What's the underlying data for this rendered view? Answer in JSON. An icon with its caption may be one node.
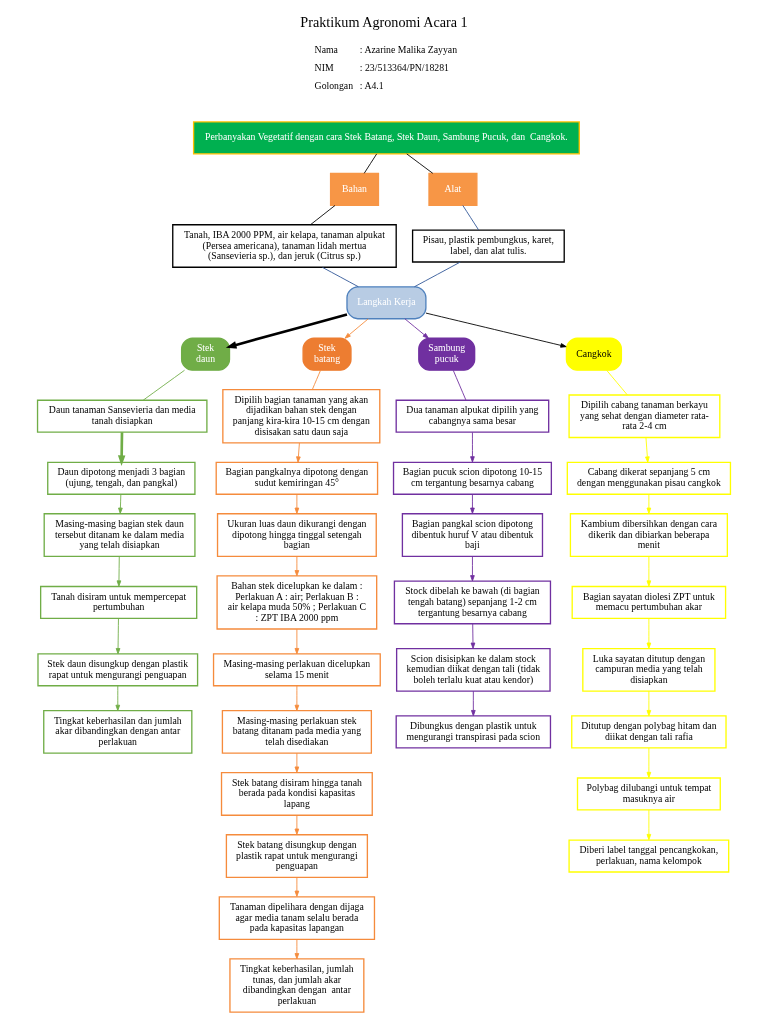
{
  "diagram": {
    "title": "Praktikum Agronomi Acara 1",
    "nodes": [
      {
        "text": [
          "Perbanyakan Vegetatif dengan cara Stek Batang, Stek Daun, Sambung Pucuk, dan  Cangkok."
        ]
      },
      {
        "text": [
          "Bahan"
        ]
      },
      {
        "text": [
          "Alat"
        ]
      },
      {
        "text": [
          "Tanah, IBA 2000 PPM, air kelapa, tanaman alpukat (Persea americana), tanaman lidah mertua (Sansevieria sp.), dan jeruk (Citrus sp.)"
        ]
      },
      {
        "text": [
          "Pisau, plastik pembungkus, karet, label, dan alat tulis."
        ]
      },
      {
        "text": [
          "Langkah Kerja"
        ]
      },
      {
        "text": [
          "Stek daun"
        ]
      },
      {
        "text": [
          "Daun tanaman Sansevieria dan media tanah disiapkan"
        ]
      },
      {
        "text": [
          "Daun dipotong menjadi 3 bagian (ujung, tengah, dan pangkal)"
        ]
      },
      {
        "text": [
          "Masing-masing bagian stek daun tersebut ditanam ke dalam media yang telah disiapkan"
        ]
      },
      {
        "text": [
          "Tanah disiram untuk mempercepat pertumbuhan"
        ]
      },
      {
        "text": [
          "Stek daun disungkup dengan plastik rapat untuk mengurangi penguapan"
        ]
      },
      {
        "text": [
          "Tingkat keberhasilan dan jumlah akar dibandingkan dengan antar perlakuan"
        ]
      },
      {
        "text": [
          "Stek batang"
        ]
      },
      {
        "text": [
          "Dipilih bagian tanaman yang akan dijadikan bahan stek dengan panjang kira-kira 10-15 cm dengan disisakan satu daun saja"
        ]
      },
      {
        "text": [
          "Bagian pangkalnya dipotong dengan sudut kemiringan 45°"
        ]
      },
      {
        "text": [
          "Ukuran luas daun dikurangi dengan dipotong hingga tinggal setengah bagian"
        ]
      },
      {
        "text": [
          "Bahan stek dicelupkan ke dalam :",
          "Perlakuan A : air; Perlakuan B : air kelapa muda 50% ; Perlakuan C : ZPT IBA 2000 ppm"
        ]
      },
      {
        "text": [
          "Masing-masing perlakuan dicelupkan selama 15 menit"
        ]
      },
      {
        "text": [
          "Masing-masing perlakuan stek batang ditanam pada media yang telah disediakan"
        ]
      },
      {
        "text": [
          "Stek batang disiram hingga tanah berada pada kondisi kapasitas lapang"
        ]
      },
      {
        "text": [
          "Stek batang disungkup dengan plastik rapat untuk mengurangi penguapan"
        ]
      },
      {
        "text": [
          "Tanaman dipelihara dengan dijaga agar media tanam selalu berada pada kapasitas lapangan"
        ]
      },
      {
        "text": [
          "Tingkat keberhasilan, jumlah tunas, dan jumlah akar dibandingkan dengan  antar perlakuan"
        ]
      },
      {
        "text": [
          "Sambung pucuk"
        ]
      },
      {
        "text": [
          "Dua tanaman alpukat dipilih yang cabangnya sama besar"
        ]
      },
      {
        "text": [
          "Bagian pucuk scion dipotong 10-15 cm tergantung besarnya cabang"
        ]
      },
      {
        "text": [
          "Bagian pangkal scion dipotong dibentuk huruf V atau dibentuk baji"
        ]
      },
      {
        "text": [
          "Stock dibelah ke bawah (di bagian tengah batang) sepanjang 1-2 cm tergantung besarnya cabang"
        ]
      },
      {
        "text": [
          "Scion disisipkan ke dalam stock kemudian diikat dengan tali (tidak boleh terlalu kuat atau kendor)"
        ]
      },
      {
        "text": [
          "Dibungkus dengan plastik untuk mengurangi transpirasi pada scion"
        ]
      },
      {
        "text": [
          "Cangkok"
        ]
      },
      {
        "text": [
          "Dipilih cabang tanaman berkayu yang sehat dengan diameter rata- rata 2-4 cm"
        ]
      },
      {
        "text": [
          "Cabang dikerat sepanjang 5 cm dengan menggunakan pisau cangkok"
        ]
      },
      {
        "text": [
          "Kambium dibersihkan dengan cara dikerik dan dibiarkan beberapa menit"
        ]
      },
      {
        "text": [
          "Bagian sayatan diolesi ZPT untuk memacu pertumbuhan akar"
        ]
      },
      {
        "text": [
          "Luka sayatan ditutup dengan campuran media yang telah disiapkan"
        ]
      },
      {
        "text": [
          "Ditutup dengan polybag hitam dan diikat dengan tali rafia"
        ]
      },
      {
        "text": [
          "Polybag dilubangi untuk tempat masuknya air"
        ]
      },
      {
        "text": [
          "Diberi label tanggal pencangkokan, perlakuan, nama kelompok"
        ]
      }
    ],
    "edges": [
      {
        "from": 0,
        "to": 1,
        "arrow": "none",
        "color": "#000000"
      },
      {
        "from": 0,
        "to": 2,
        "arrow": "none",
        "color": "#000000"
      },
      {
        "from": 1,
        "to": 3,
        "arrow": "none",
        "color": "#000000"
      },
      {
        "from": 2,
        "to": 4,
        "arrow": "none",
        "color": "#2f5597"
      },
      {
        "from": 3,
        "to": 5,
        "arrow": "none",
        "color": "#2f5597"
      },
      {
        "from": 4,
        "to": 5,
        "arrow": "none",
        "color": "#2f5597"
      },
      {
        "from": 5,
        "to": 6,
        "arrow": "to",
        "style": "thick",
        "color": "#000000"
      },
      {
        "from": 5,
        "to": 13,
        "arrow": "to"
      },
      {
        "from": 5,
        "to": 24,
        "arrow": "to",
        "color": "#7030a0"
      },
      {
        "from": 5,
        "to": 31,
        "arrow": "to",
        "color": "#000000"
      },
      {
        "from": 6,
        "to": 7,
        "arrow": "none",
        "color": "#70ad47"
      },
      {
        "from": 7,
        "to": 8,
        "arrow": "to",
        "style": "thick",
        "color": "#70ad47"
      },
      {
        "from": 8,
        "to": 9,
        "arrow": "to",
        "color": "#70ad47"
      },
      {
        "from": 9,
        "to": 10,
        "arrow": "to",
        "color": "#70ad47"
      },
      {
        "from": 10,
        "to": 11,
        "arrow": "to",
        "color": "#70ad47"
      },
      {
        "from": 11,
        "to": 12,
        "arrow": "to",
        "color": "#70ad47"
      },
      {
        "from": 13,
        "to": 14,
        "arrow": "none"
      },
      {
        "from": 14,
        "to": 15,
        "arrow": "to"
      },
      {
        "from": 15,
        "to": 16,
        "arrow": "to"
      },
      {
        "from": 16,
        "to": 17,
        "arrow": "to"
      },
      {
        "from": 17,
        "to": 18,
        "arrow": "to"
      },
      {
        "from": 18,
        "to": 19,
        "arrow": "to"
      },
      {
        "from": 19,
        "to": 20,
        "arrow": "to"
      },
      {
        "from": 20,
        "to": 21,
        "arrow": "to"
      },
      {
        "from": 21,
        "to": 22,
        "arrow": "to"
      },
      {
        "from": 22,
        "to": 23,
        "arrow": "to"
      },
      {
        "from": 24,
        "to": 25,
        "arrow": "none",
        "color": "#7030a0"
      },
      {
        "from": 25,
        "to": 26,
        "arrow": "to",
        "color": "#7030a0"
      },
      {
        "from": 26,
        "to": 27,
        "arrow": "to",
        "color": "#7030a0"
      },
      {
        "from": 27,
        "to": 28,
        "arrow": "to",
        "color": "#7030a0"
      },
      {
        "from": 28,
        "to": 29,
        "arrow": "to",
        "color": "#7030a0"
      },
      {
        "from": 29,
        "to": 30,
        "arrow": "to",
        "color": "#7030a0"
      },
      {
        "from": 31,
        "to": 32,
        "arrow": "none",
        "color": "#ffff00"
      },
      {
        "from": 32,
        "to": 33,
        "arrow": "to",
        "color": "#ffff00"
      },
      {
        "from": 33,
        "to": 34,
        "arrow": "to",
        "color": "#ffff00"
      },
      {
        "from": 34,
        "to": 35,
        "arrow": "to",
        "color": "#ffff00"
      },
      {
        "from": 35,
        "to": 36,
        "arrow": "to",
        "color": "#ffff00"
      },
      {
        "from": 36,
        "to": 37,
        "arrow": "to",
        "color": "#ffff00"
      },
      {
        "from": 37,
        "to": 38,
        "arrow": "to",
        "color": "#ffff00"
      },
      {
        "from": 38,
        "to": 39,
        "arrow": "to",
        "color": "#ffff00"
      }
    ],
    "labels": [
      "Nama",
      ": Azarine Malika Zayyan",
      "NIM",
      ": 23/513364/PN/18281",
      "Golongan",
      ": A4.1"
    ]
  }
}
